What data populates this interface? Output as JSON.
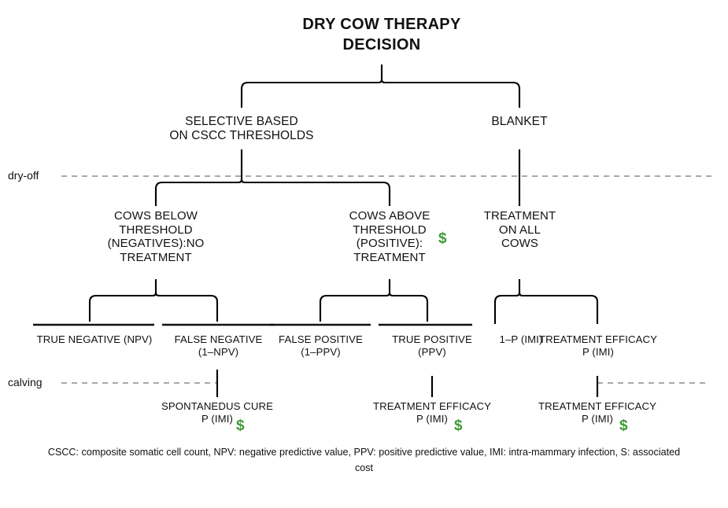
{
  "title": "DRY COW THERAPY\nDECISION",
  "accents": {
    "cost_color": "#3d9a35",
    "line_color": "#000000",
    "timeline_color": "#8c8c8c"
  },
  "timeline": {
    "dry_off_label": "dry-off",
    "calving_label": "calving"
  },
  "cost_symbol": "$",
  "branches": {
    "selective": "SELECTIVE BASED\nON CSCC THRESHOLDS",
    "blanket": "BLANKET"
  },
  "groups": {
    "below_threshold": "COWS BELOW\nTHRESHOLD\n(NEGATIVES):NO\nTREATMENT",
    "above_threshold": "COWS ABOVE\nTHRESHOLD\n(POSITIVE):\nTREATMENT",
    "treat_all": "TREATMENT\nON ALL\nCOWS"
  },
  "leaves": {
    "true_negative": "TRUE NEGATIVE (NPV)",
    "false_negative": "FALSE NEGATIVE\n(1–NPV)",
    "false_positive": "FALSE POSITIVE\n(1–PPV)",
    "true_positive": "TRUE POSITIVE\n(PPV)",
    "no_imi": "1–P (IMI)",
    "efficacy_blanket": "TREATMENT EFFICACY\nP (IMI)"
  },
  "outcomes": {
    "spontaneous_cure": "SPONTANEDUS CURE\nP (IMI)",
    "efficacy_positive": "TREATMENT EFFICACY\nP (IMI)",
    "efficacy_all": "TREATMENT EFFICACY\nP (IMI)"
  },
  "caption": "CSCC: composite somatic cell count, NPV: negative predictive value, PPV: positive predictive value, IMI: intra-mammary infection, S: associated cost",
  "chart_data": {
    "type": "diagram",
    "diagram_kind": "decision-tree",
    "title": "DRY COW THERAPY DECISION",
    "timeline_markers": [
      "dry-off",
      "calving"
    ],
    "nodes": [
      {
        "id": "root",
        "label": "DRY COW THERAPY DECISION",
        "level": 0,
        "parent": null,
        "cost": false
      },
      {
        "id": "selective",
        "label": "SELECTIVE BASED ON CSCC THRESHOLDS",
        "level": 1,
        "parent": "root",
        "cost": false
      },
      {
        "id": "blanket",
        "label": "BLANKET",
        "level": 1,
        "parent": "root",
        "cost": false
      },
      {
        "id": "below",
        "label": "COWS BELOW THRESHOLD (NEGATIVES):NO TREATMENT",
        "level": 2,
        "parent": "selective",
        "cost": false
      },
      {
        "id": "above",
        "label": "COWS ABOVE THRESHOLD (POSITIVE): TREATMENT",
        "level": 2,
        "parent": "selective",
        "cost": true
      },
      {
        "id": "all",
        "label": "TREATMENT ON ALL COWS",
        "level": 2,
        "parent": "blanket",
        "cost": false
      },
      {
        "id": "tn",
        "label": "TRUE NEGATIVE (NPV)",
        "level": 3,
        "parent": "below",
        "cost": false
      },
      {
        "id": "fn",
        "label": "FALSE NEGATIVE (1–NPV)",
        "level": 3,
        "parent": "below",
        "cost": false
      },
      {
        "id": "fp",
        "label": "FALSE POSITIVE (1–PPV)",
        "level": 3,
        "parent": "above",
        "cost": false
      },
      {
        "id": "tp",
        "label": "TRUE POSITIVE (PPV)",
        "level": 3,
        "parent": "above",
        "cost": false
      },
      {
        "id": "noimi",
        "label": "1–P (IMI)",
        "level": 3,
        "parent": "all",
        "cost": false
      },
      {
        "id": "effb",
        "label": "TREATMENT EFFICACY P (IMI)",
        "level": 3,
        "parent": "all",
        "cost": false
      },
      {
        "id": "cure",
        "label": "SPONTANEDUS CURE P (IMI)",
        "level": 4,
        "parent": "fn",
        "cost": true
      },
      {
        "id": "efftp",
        "label": "TREATMENT EFFICACY P (IMI)",
        "level": 4,
        "parent": "tp",
        "cost": true
      },
      {
        "id": "effall",
        "label": "TREATMENT EFFICACY P (IMI)",
        "level": 4,
        "parent": "effb",
        "cost": true
      }
    ],
    "legend": "CSCC: composite somatic cell count, NPV: negative predictive value, PPV: positive predictive value, IMI: intra-mammary infection, S: associated cost"
  }
}
